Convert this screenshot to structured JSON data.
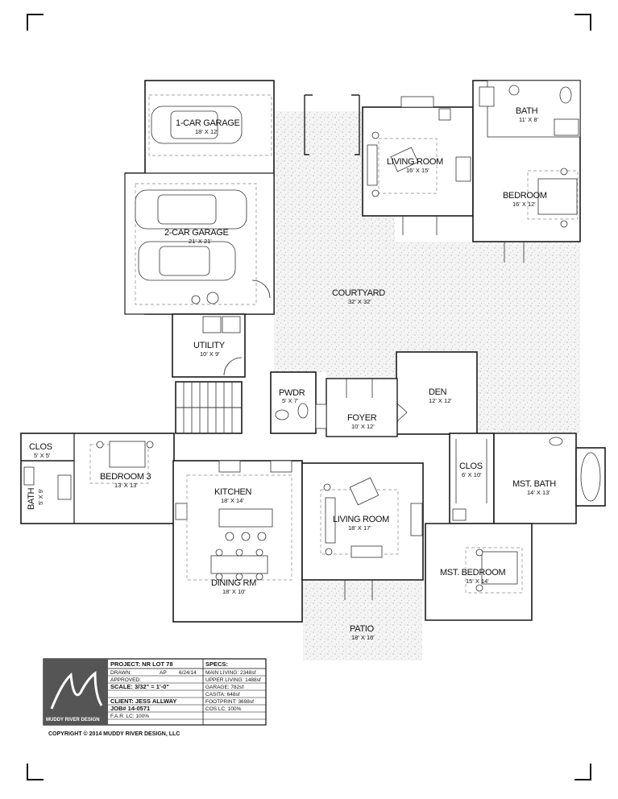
{
  "colors": {
    "wall": "#1a1a1a",
    "speckle": "#c8c8c8",
    "logo_bg": "#555555"
  },
  "rooms": {
    "garage1": {
      "name": "1-CAR GARAGE",
      "size": "18' X 12'"
    },
    "garage2": {
      "name": "2-CAR GARAGE",
      "size": "21' X 21'"
    },
    "utility": {
      "name": "UTILITY",
      "size": "10' X 9'"
    },
    "living_guest": {
      "name": "LIVING ROOM",
      "size": "16' X 15'"
    },
    "bath_guest": {
      "name": "BATH",
      "size": "11' X 8'"
    },
    "bedroom_guest": {
      "name": "BEDROOM",
      "size": "16' X 12'"
    },
    "courtyard": {
      "name": "COURTYARD",
      "size": "32' X 32'"
    },
    "pwdr": {
      "name": "PWDR",
      "size": "5' X 7'"
    },
    "den": {
      "name": "DEN",
      "size": "12' X 12'"
    },
    "foyer": {
      "name": "FOYER",
      "size": "10' X 12'"
    },
    "clos3": {
      "name": "CLOS",
      "size": "5' X 5'"
    },
    "bath3": {
      "name": "BATH",
      "size": "5' X 9'"
    },
    "bedroom3": {
      "name": "BEDROOM 3",
      "size": "13' X 13'"
    },
    "kitchen": {
      "name": "KITCHEN",
      "size": "18' X 14'"
    },
    "dining": {
      "name": "DINING RM",
      "size": "18' X 10'"
    },
    "living_main": {
      "name": "LIVING ROOM",
      "size": "18' X 17'"
    },
    "clos_mst": {
      "name": "CLOS",
      "size": "6' X 10'"
    },
    "mst_bath": {
      "name": "MST. BATH",
      "size": "14' X 13'"
    },
    "mst_bedroom": {
      "name": "MST. BEDROOM",
      "size": "15' X 14'"
    },
    "patio": {
      "name": "PATIO",
      "size": "18' X 16'"
    }
  },
  "title_block": {
    "logo_text": "MUDDY RIVER DESIGN",
    "project": "PROJECT: NR LOT 78",
    "drawn_label": "DRAWN:",
    "drawn_by": "AP",
    "drawn_date": "6/24/14",
    "approved_label": "APPROVED:",
    "scale": "SCALE: 3/32\" = 1'-0\"",
    "client": "CLIENT: JESS ALLWAY",
    "job": "JOB# 14-0571",
    "far": "F.A.R. LC: 100%",
    "specs": "SPECS:",
    "main_living": "MAIN LIVING: 2348sf",
    "upper_living": "UPPER LIVING: 1488sf",
    "garage": "GARAGE: 782sf",
    "casita": "CASITA: 648sf",
    "footprint": "FOOTPRINT: 3698sf",
    "cos": "COS LC: 100%"
  },
  "copyright": "COPYRIGHT © 2014 MUDDY RIVER DESIGN, LLC"
}
